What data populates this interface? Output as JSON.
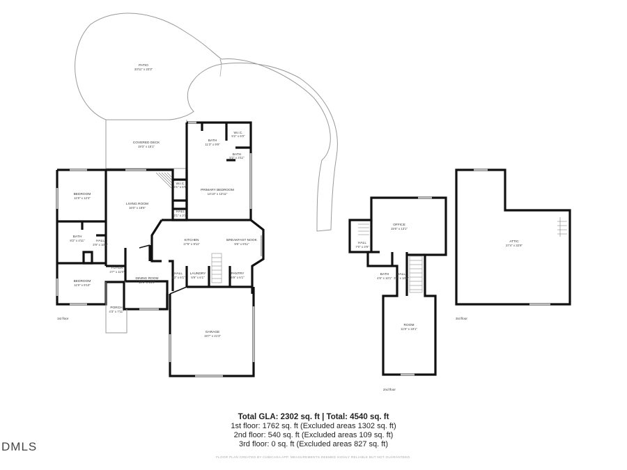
{
  "floors": {
    "first": {
      "label": "1st floor",
      "rooms": {
        "patio": {
          "name": "PATIO",
          "dims": "33'11\" x 23'3\""
        },
        "covered_deck": {
          "name": "COVERED DECK",
          "dims": "19'3\" x 15'1\""
        },
        "bath_primary": {
          "name": "BATH",
          "dims": "11'3\" x 9'9\""
        },
        "wic_primary": {
          "name": "W.I.C.",
          "dims": "5'2\" x 6'0\""
        },
        "bath_small": {
          "name": "BATH",
          "dims": "5'2\" x 3'11\""
        },
        "wic_small": {
          "name": "W.I.C.",
          "dims": "4'1\" x 6'5\""
        },
        "primary_bedroom": {
          "name": "PRIMARY BEDROOM",
          "dims": "14'10\" x 13'11\""
        },
        "hall_small": {
          "name": "HALL",
          "dims": "3'1\" x 3'3\""
        },
        "bedroom_top": {
          "name": "BEDROOM",
          "dims": "11'9\" x 12'4\""
        },
        "living_room": {
          "name": "LIVING ROOM",
          "dims": "16'0\" x 18'6\""
        },
        "bath_left": {
          "name": "BATH",
          "dims": "8'2\" x 4'11\""
        },
        "hall_left": {
          "name": "HALL",
          "dims": "3'9\" x 10'0\""
        },
        "kitchen": {
          "name": "KITCHEN",
          "dims": "17'6\" x 9'11\""
        },
        "breakfast_nook": {
          "name": "BREAKFAST NOOK",
          "dims": "9'6\" x 9'11\""
        },
        "foyer": {
          "name": "FOYER",
          "dims": "4'7\" x 11'0\""
        },
        "hall_mid": {
          "name": "HALL",
          "dims": "3'3\" x 6'1\""
        },
        "laundry": {
          "name": "LAUNDRY",
          "dims": "5'9\" x 6'1\""
        },
        "pantry": {
          "name": "PANTRY",
          "dims": "6'9\" x 6'1\""
        },
        "bedroom_bottom": {
          "name": "BEDROOM",
          "dims": "11'9\" x 9'10\""
        },
        "dining_room": {
          "name": "DINING ROOM",
          "dims": "10'9\" x 15'5\""
        },
        "porch": {
          "name": "PORCH",
          "dims": "4'3\" x 7'11\""
        },
        "garage": {
          "name": "GARAGE",
          "dims": "19'7\" x 21'3\""
        }
      }
    },
    "second": {
      "label": "2nd floor",
      "rooms": {
        "office": {
          "name": "OFFICE",
          "dims": "15'6\" x 13'1\""
        },
        "hall_a": {
          "name": "HALL",
          "dims": "7'0\" x 3'9\""
        },
        "bath": {
          "name": "BATH",
          "dims": "4'6\" x 10'1\""
        },
        "hall_b": {
          "name": "HALL",
          "dims": "3'7\" x 10'0\""
        },
        "room": {
          "name": "ROOM",
          "dims": "11'9\" x 19'1\""
        }
      }
    },
    "third": {
      "label": "3rd floor",
      "rooms": {
        "attic": {
          "name": "ATTIC",
          "dims": "27'4\" x 32'9\""
        }
      }
    }
  },
  "summary": {
    "total": "Total GLA: 2302 sq. ft | Total: 4540 sq. ft",
    "first_floor": "1st floor: 1762 sq. ft (Excluded areas 1302 sq. ft)",
    "second_floor": "2nd floor: 540 sq. ft (Excluded areas 109 sq. ft)",
    "third_floor": "3rd floor: 0 sq. ft (Excluded areas 827 sq. ft)"
  },
  "disclaimer": "FLOOR PLAN CREATED BY CUBICASA APP. MEASUREMENTS DEEMED HIGHLY RELIABLE BUT NOT GUARANTEED.",
  "logo": "DMLS"
}
